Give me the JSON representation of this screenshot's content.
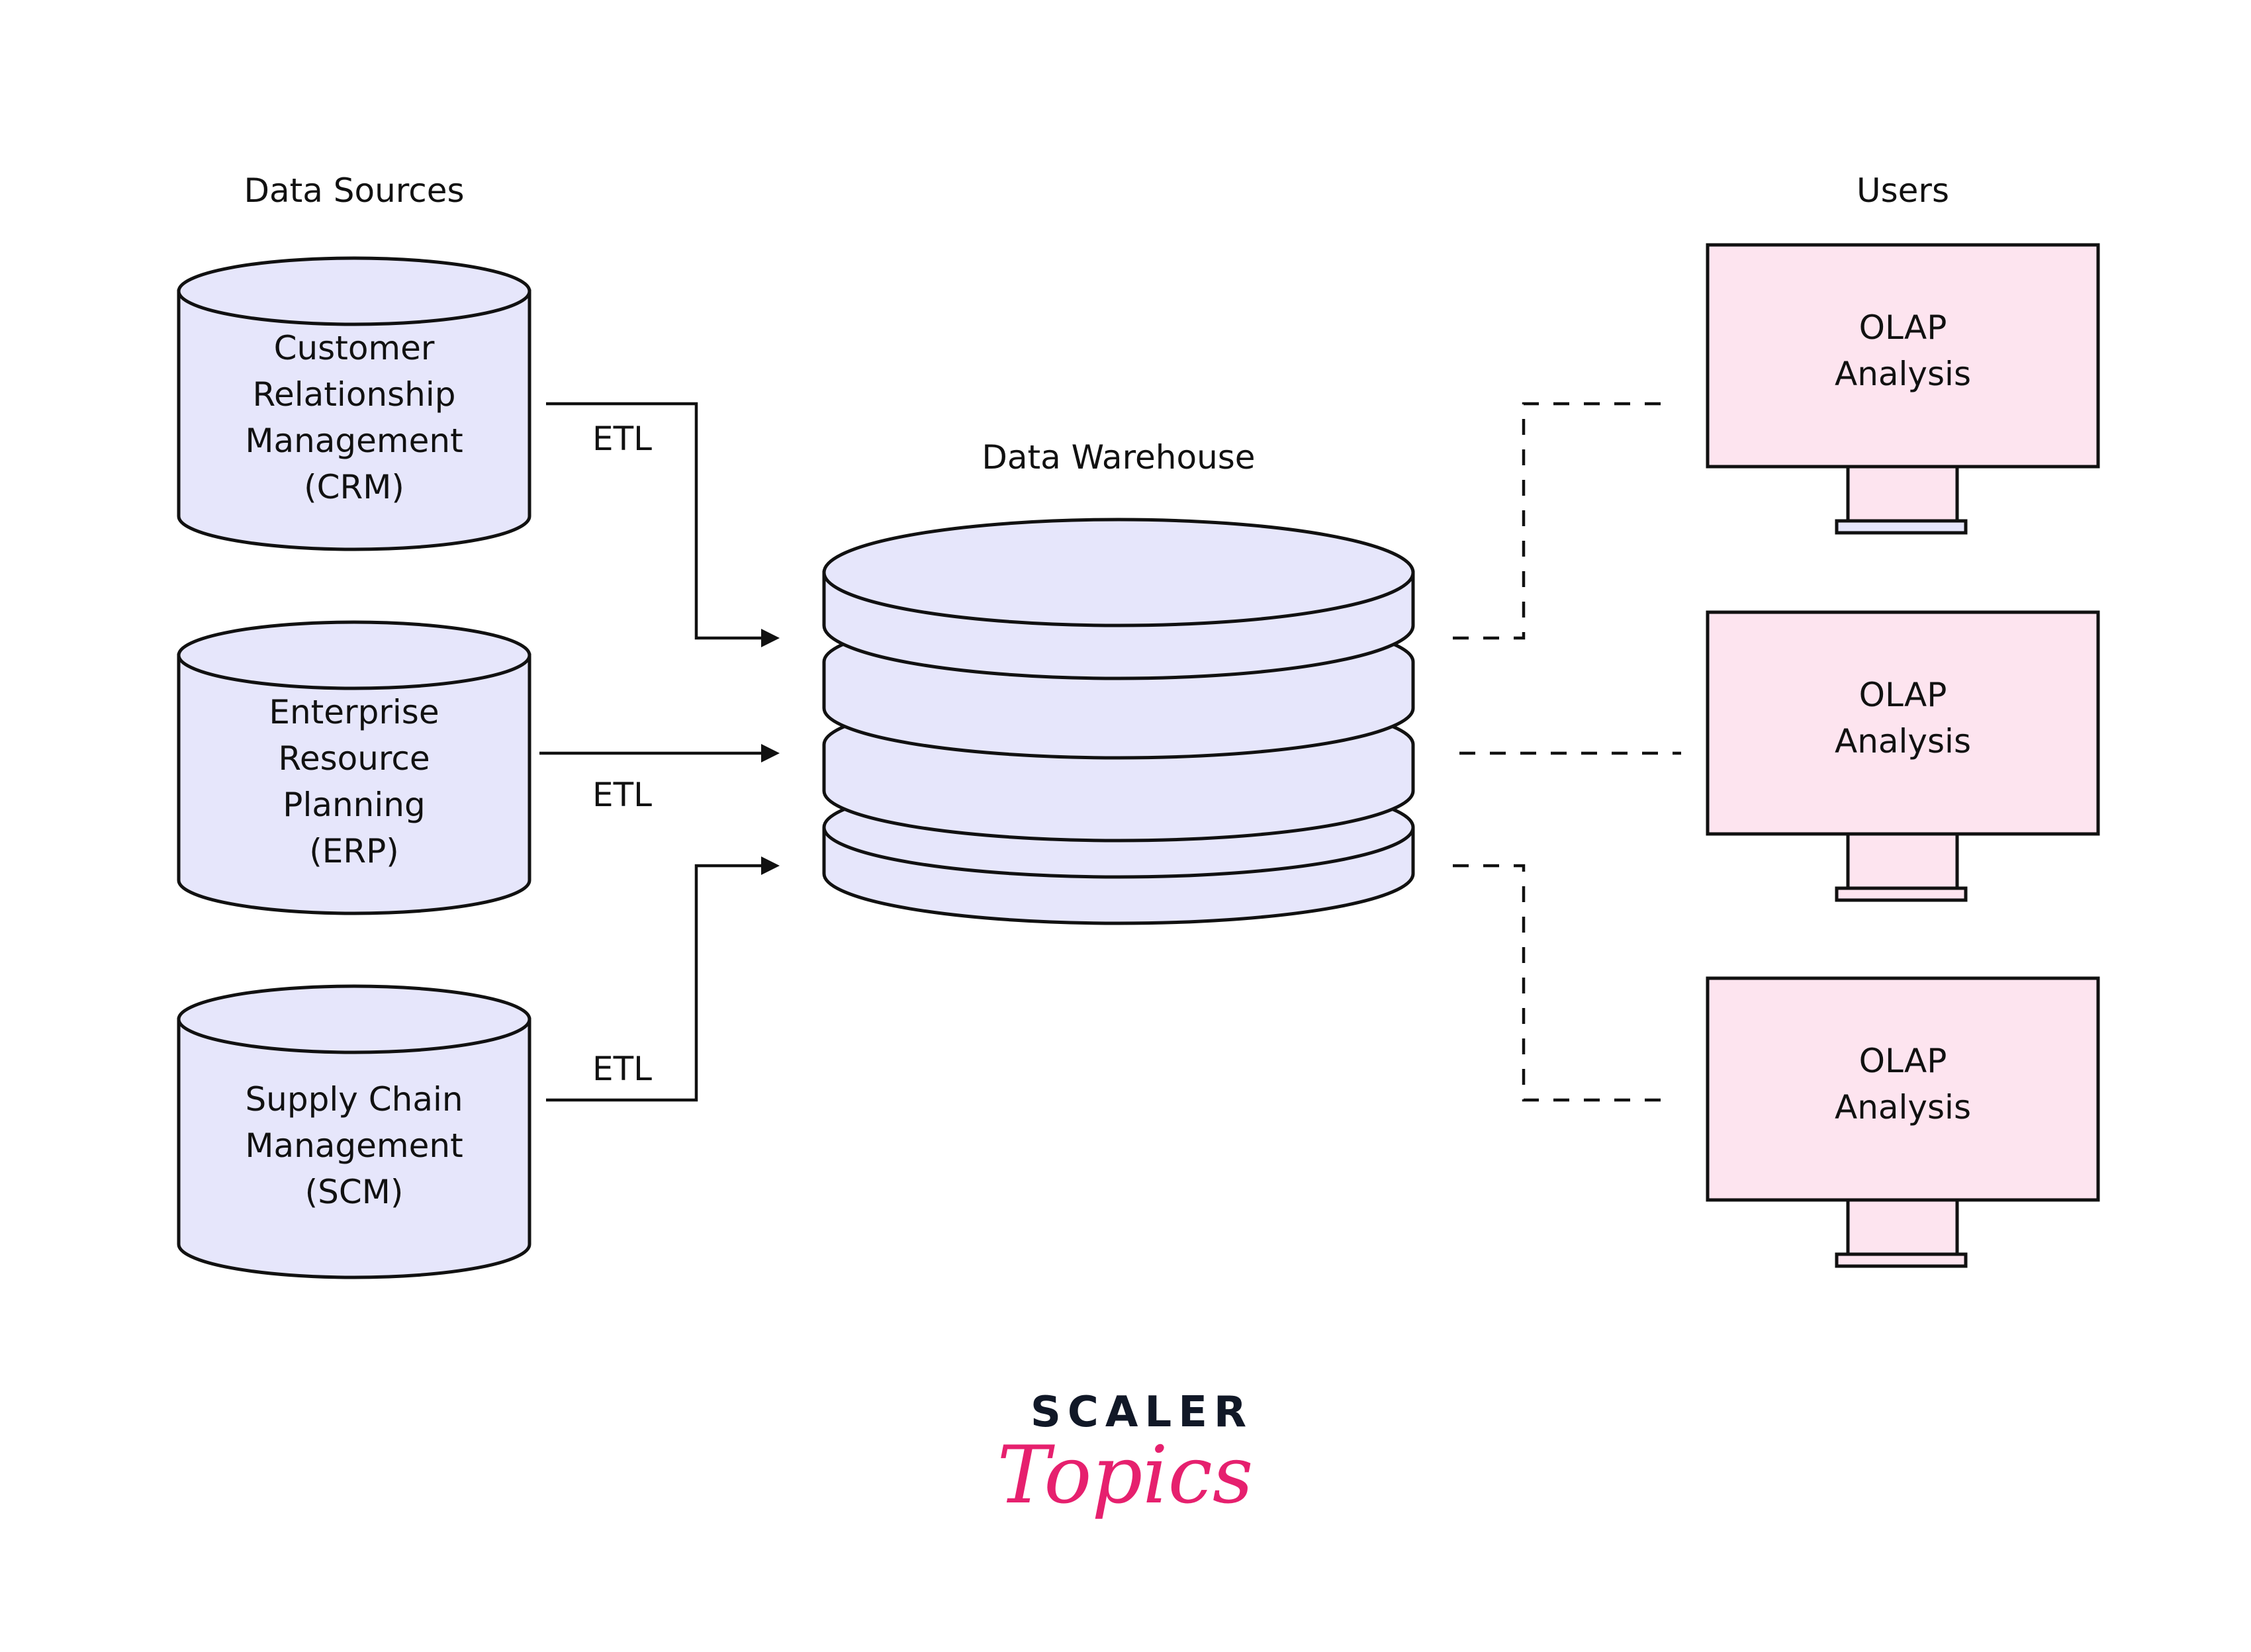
{
  "headings": {
    "sources": "Data Sources",
    "warehouse": "Data Warehouse",
    "users": "Users"
  },
  "sources": [
    {
      "lines": [
        "Customer",
        "Relationship",
        "Management",
        "(CRM)"
      ]
    },
    {
      "lines": [
        "Enterprise",
        "Resource",
        "Planning",
        "(ERP)"
      ]
    },
    {
      "lines": [
        "Supply Chain",
        "Management",
        "(SCM)"
      ]
    }
  ],
  "connectors": [
    {
      "label": "ETL"
    },
    {
      "label": "ETL"
    },
    {
      "label": "ETL"
    }
  ],
  "users": [
    {
      "lines": [
        "OLAP",
        "Analysis"
      ]
    },
    {
      "lines": [
        "OLAP",
        "Analysis"
      ]
    },
    {
      "lines": [
        "OLAP",
        "Analysis"
      ]
    }
  ],
  "logo": {
    "top": "SCALER",
    "bottom": "Topics"
  },
  "colors": {
    "source_fill": "#e6e6fb",
    "user_fill": "#fde4ef",
    "brand_dark": "#111827",
    "brand_pink": "#e6206e"
  }
}
